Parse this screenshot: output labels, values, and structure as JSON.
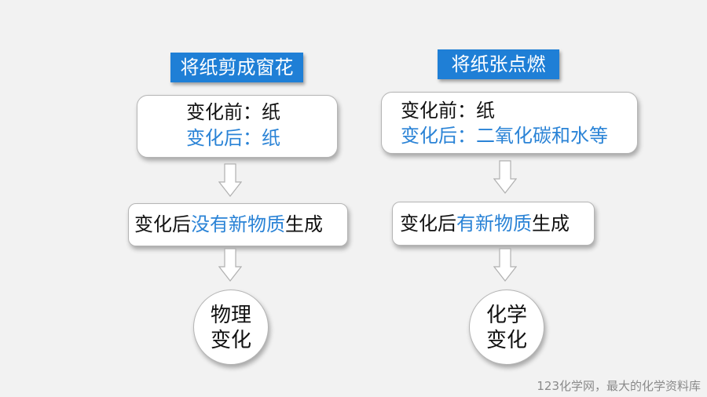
{
  "left": {
    "title": "将纸剪成窗花",
    "before_label": "变化前：纸",
    "after_label": "变化后：纸",
    "result_prefix": "变化后",
    "result_highlight": "没有新物质",
    "result_suffix": "生成",
    "conclusion_line1": "物理",
    "conclusion_line2": "变化"
  },
  "right": {
    "title": "将纸张点燃",
    "before_label": "变化前：纸",
    "after_label": "变化后：二氧化碳和水等",
    "result_prefix": "变化后",
    "result_highlight": "有新物质",
    "result_suffix": "生成",
    "conclusion_line1": "化学",
    "conclusion_line2": "变化"
  },
  "watermark": "123化学网，最大的化学资料库",
  "colors": {
    "accent_blue": "#1f7fd6",
    "text_blue": "#2a83d6",
    "background": "#f2f2f2"
  }
}
